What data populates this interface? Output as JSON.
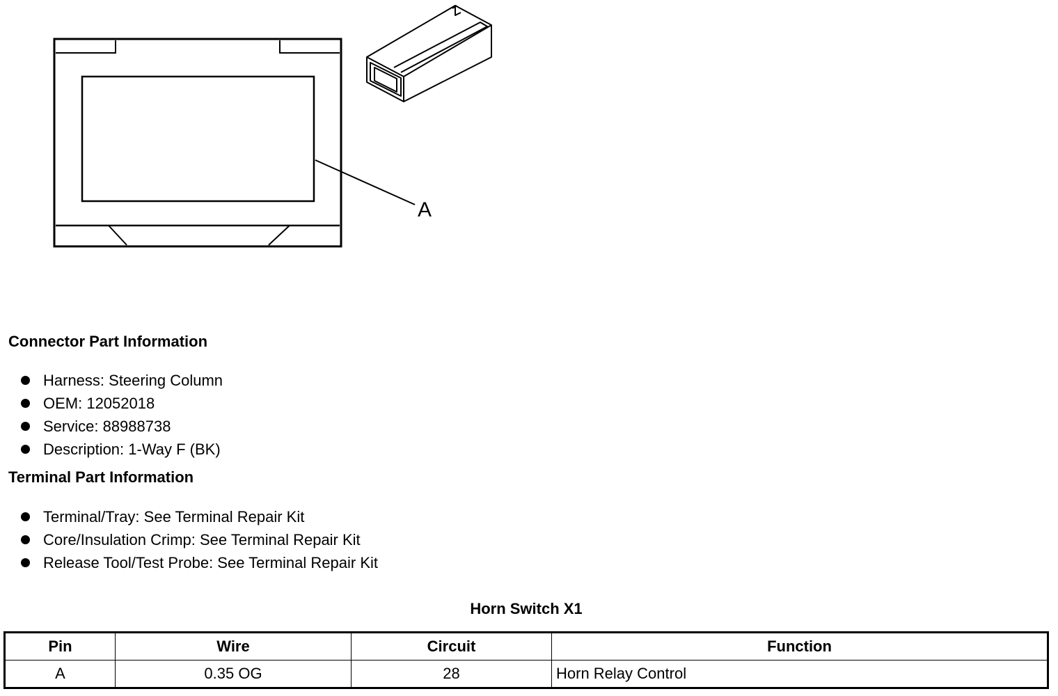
{
  "figure": {
    "callout_label": "A"
  },
  "connector_info": {
    "heading": "Connector Part Information",
    "items": [
      "Harness: Steering Column",
      "OEM: 12052018",
      "Service: 88988738",
      "Description: 1-Way F (BK)"
    ]
  },
  "terminal_info": {
    "heading": "Terminal Part Information",
    "items": [
      "Terminal/Tray: See Terminal Repair Kit",
      "Core/Insulation Crimp: See Terminal Repair Kit",
      "Release Tool/Test Probe: See Terminal Repair Kit"
    ]
  },
  "pin_table": {
    "title": "Horn Switch X1",
    "columns": [
      "Pin",
      "Wire",
      "Circuit",
      "Function"
    ],
    "rows": [
      {
        "pin": "A",
        "wire": "0.35 OG",
        "circuit": "28",
        "function": "Horn Relay Control"
      }
    ]
  }
}
